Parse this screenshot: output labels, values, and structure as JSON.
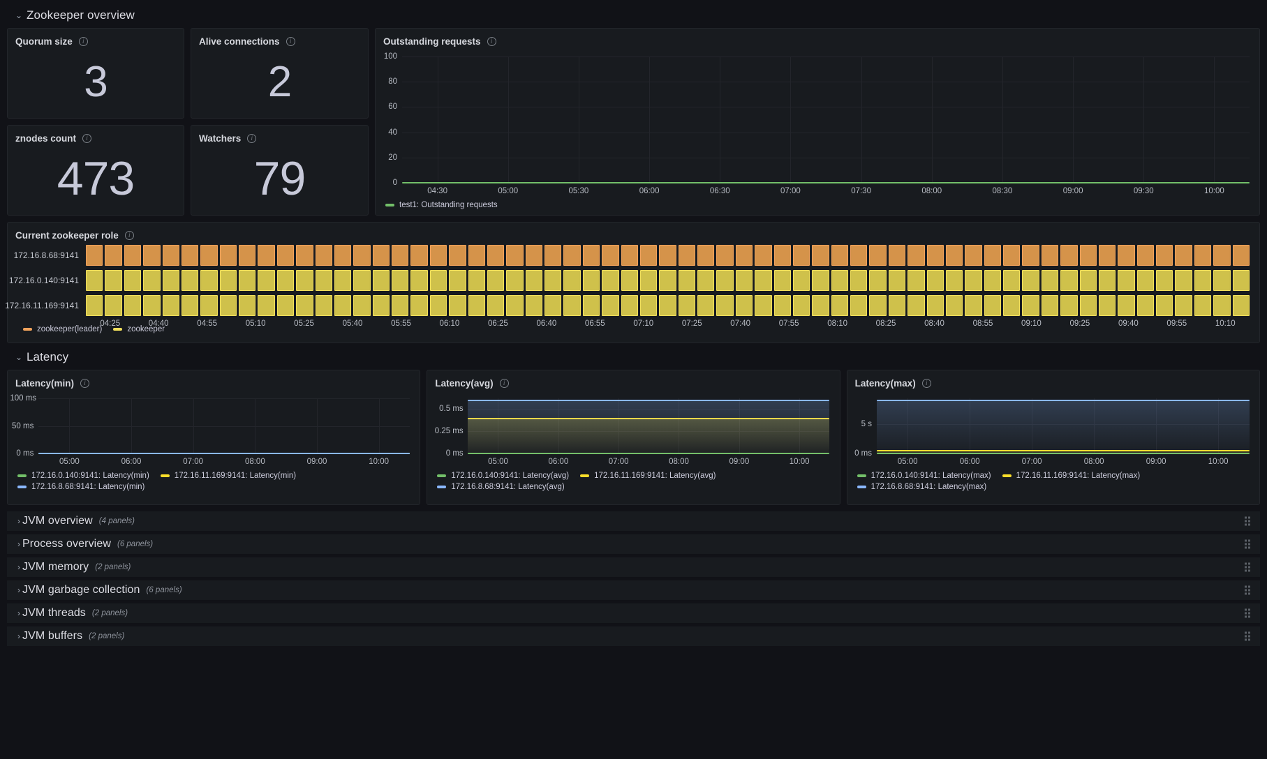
{
  "rows": {
    "zookeeper_overview": {
      "title": "Zookeeper overview",
      "chevron": "chevron-down"
    },
    "latency": {
      "title": "Latency",
      "chevron": "chevron-down"
    }
  },
  "stats": [
    {
      "title": "Quorum size",
      "value": "3",
      "info": "info-icon"
    },
    {
      "title": "Alive connections",
      "value": "2",
      "info": "info-icon"
    },
    {
      "title": "znodes count",
      "value": "473",
      "info": "info-icon"
    },
    {
      "title": "Watchers",
      "value": "79",
      "info": "info-icon"
    }
  ],
  "outstanding": {
    "title": "Outstanding requests",
    "legend": [
      {
        "label": "test1: Outstanding requests",
        "color": "#73bf69"
      }
    ]
  },
  "role_panel": {
    "title": "Current zookeeper role",
    "rows": [
      {
        "label": "172.16.8.68:9141",
        "state": "zookeeper(leader)",
        "color": "#d5934a"
      },
      {
        "label": "172.16.0.140:9141",
        "state": "zookeeper",
        "color": "#cfc14b"
      },
      {
        "label": "172.16.11.169:9141",
        "state": "zookeeper",
        "color": "#cfc14b"
      }
    ],
    "legend": [
      {
        "label": "zookeeper(leader)",
        "color": "#f2a35c"
      },
      {
        "label": "zookeeper",
        "color": "#f2e05c"
      }
    ]
  },
  "latency_panels": [
    {
      "title": "Latency(min)",
      "legend": [
        {
          "label": "172.16.0.140:9141: Latency(min)",
          "color": "#73bf69"
        },
        {
          "label": "172.16.11.169:9141: Latency(min)",
          "color": "#fade2a"
        },
        {
          "label": "172.16.8.68:9141: Latency(min)",
          "color": "#8ab8ff"
        }
      ]
    },
    {
      "title": "Latency(avg)",
      "legend": [
        {
          "label": "172.16.0.140:9141: Latency(avg)",
          "color": "#73bf69"
        },
        {
          "label": "172.16.11.169:9141: Latency(avg)",
          "color": "#fade2a"
        },
        {
          "label": "172.16.8.68:9141: Latency(avg)",
          "color": "#8ab8ff"
        }
      ]
    },
    {
      "title": "Latency(max)",
      "legend": [
        {
          "label": "172.16.0.140:9141: Latency(max)",
          "color": "#73bf69"
        },
        {
          "label": "172.16.11.169:9141: Latency(max)",
          "color": "#fade2a"
        },
        {
          "label": "172.16.8.68:9141: Latency(max)",
          "color": "#8ab8ff"
        }
      ]
    }
  ],
  "collapsed_rows": [
    {
      "title": "JVM overview",
      "count": "(4 panels)"
    },
    {
      "title": "Process overview",
      "count": "(6 panels)"
    },
    {
      "title": "JVM memory",
      "count": "(2 panels)"
    },
    {
      "title": "JVM garbage collection",
      "count": "(6 panels)"
    },
    {
      "title": "JVM threads",
      "count": "(2 panels)"
    },
    {
      "title": "JVM buffers",
      "count": "(2 panels)"
    }
  ],
  "chart_data": [
    {
      "type": "line",
      "title": "Outstanding requests",
      "xlabel": "",
      "ylabel": "",
      "ylim": [
        0,
        100
      ],
      "yticks": [
        0,
        20,
        40,
        60,
        80,
        100
      ],
      "ytick_labels": [
        "0",
        "20",
        "40",
        "60",
        "80",
        "100"
      ],
      "xtick_labels": [
        "04:30",
        "05:00",
        "05:30",
        "06:00",
        "06:30",
        "07:00",
        "07:30",
        "08:00",
        "08:30",
        "09:00",
        "09:30",
        "10:00"
      ],
      "grid": true,
      "legend_position": "bottom",
      "series": [
        {
          "name": "test1: Outstanding requests",
          "color": "#73bf69",
          "constant_value": 0
        }
      ]
    },
    {
      "type": "heatmap",
      "title": "Current zookeeper role",
      "categories": [
        "172.16.8.68:9141",
        "172.16.0.140:9141",
        "172.16.11.169:9141"
      ],
      "states": [
        "zookeeper(leader)",
        "zookeeper",
        "zookeeper"
      ],
      "state_colors": [
        "#d5934a",
        "#cfc14b",
        "#cfc14b"
      ],
      "segments_per_row": 61,
      "xtick_labels": [
        "04:25",
        "04:40",
        "04:55",
        "05:10",
        "05:25",
        "05:40",
        "05:55",
        "06:10",
        "06:25",
        "06:40",
        "06:55",
        "07:10",
        "07:25",
        "07:40",
        "07:55",
        "08:10",
        "08:25",
        "08:40",
        "08:55",
        "09:10",
        "09:25",
        "09:40",
        "09:55",
        "10:10"
      ],
      "legend_position": "bottom"
    },
    {
      "type": "line",
      "title": "Latency(min)",
      "ylim": [
        0,
        100
      ],
      "yticks": [
        0,
        50,
        100
      ],
      "ytick_labels": [
        "0 ms",
        "50 ms",
        "100 ms"
      ],
      "xtick_labels": [
        "05:00",
        "06:00",
        "07:00",
        "08:00",
        "09:00",
        "10:00"
      ],
      "grid": true,
      "legend_position": "bottom",
      "series": [
        {
          "name": "172.16.0.140:9141: Latency(min)",
          "color": "#73bf69",
          "constant_value": 0
        },
        {
          "name": "172.16.11.169:9141: Latency(min)",
          "color": "#fade2a",
          "constant_value": 0
        },
        {
          "name": "172.16.8.68:9141: Latency(min)",
          "color": "#8ab8ff",
          "constant_value": 0
        }
      ]
    },
    {
      "type": "area",
      "title": "Latency(avg)",
      "ylim": [
        0,
        0.62
      ],
      "yticks": [
        0,
        0.25,
        0.5
      ],
      "ytick_labels": [
        "0 ms",
        "0.25 ms",
        "0.5 ms"
      ],
      "xtick_labels": [
        "05:00",
        "06:00",
        "07:00",
        "08:00",
        "09:00",
        "10:00"
      ],
      "grid": true,
      "legend_position": "bottom",
      "series": [
        {
          "name": "172.16.0.140:9141: Latency(avg)",
          "color": "#73bf69",
          "constant_value": 0
        },
        {
          "name": "172.16.11.169:9141: Latency(avg)",
          "color": "#fade2a",
          "constant_value": 0.39
        },
        {
          "name": "172.16.8.68:9141: Latency(avg)",
          "color": "#8ab8ff",
          "constant_value": 0.6
        }
      ]
    },
    {
      "type": "area",
      "title": "Latency(max)",
      "ylim": [
        0,
        9.5
      ],
      "yticks": [
        0,
        5
      ],
      "ytick_labels": [
        "0 ms",
        "5 s"
      ],
      "xtick_labels": [
        "05:00",
        "06:00",
        "07:00",
        "08:00",
        "09:00",
        "10:00"
      ],
      "grid": true,
      "legend_position": "bottom",
      "series": [
        {
          "name": "172.16.0.140:9141: Latency(max)",
          "color": "#73bf69",
          "constant_value": 0
        },
        {
          "name": "172.16.11.169:9141: Latency(max)",
          "color": "#fade2a",
          "constant_value": 0.45
        },
        {
          "name": "172.16.8.68:9141: Latency(max)",
          "color": "#8ab8ff",
          "constant_value": 9.1
        }
      ]
    }
  ]
}
